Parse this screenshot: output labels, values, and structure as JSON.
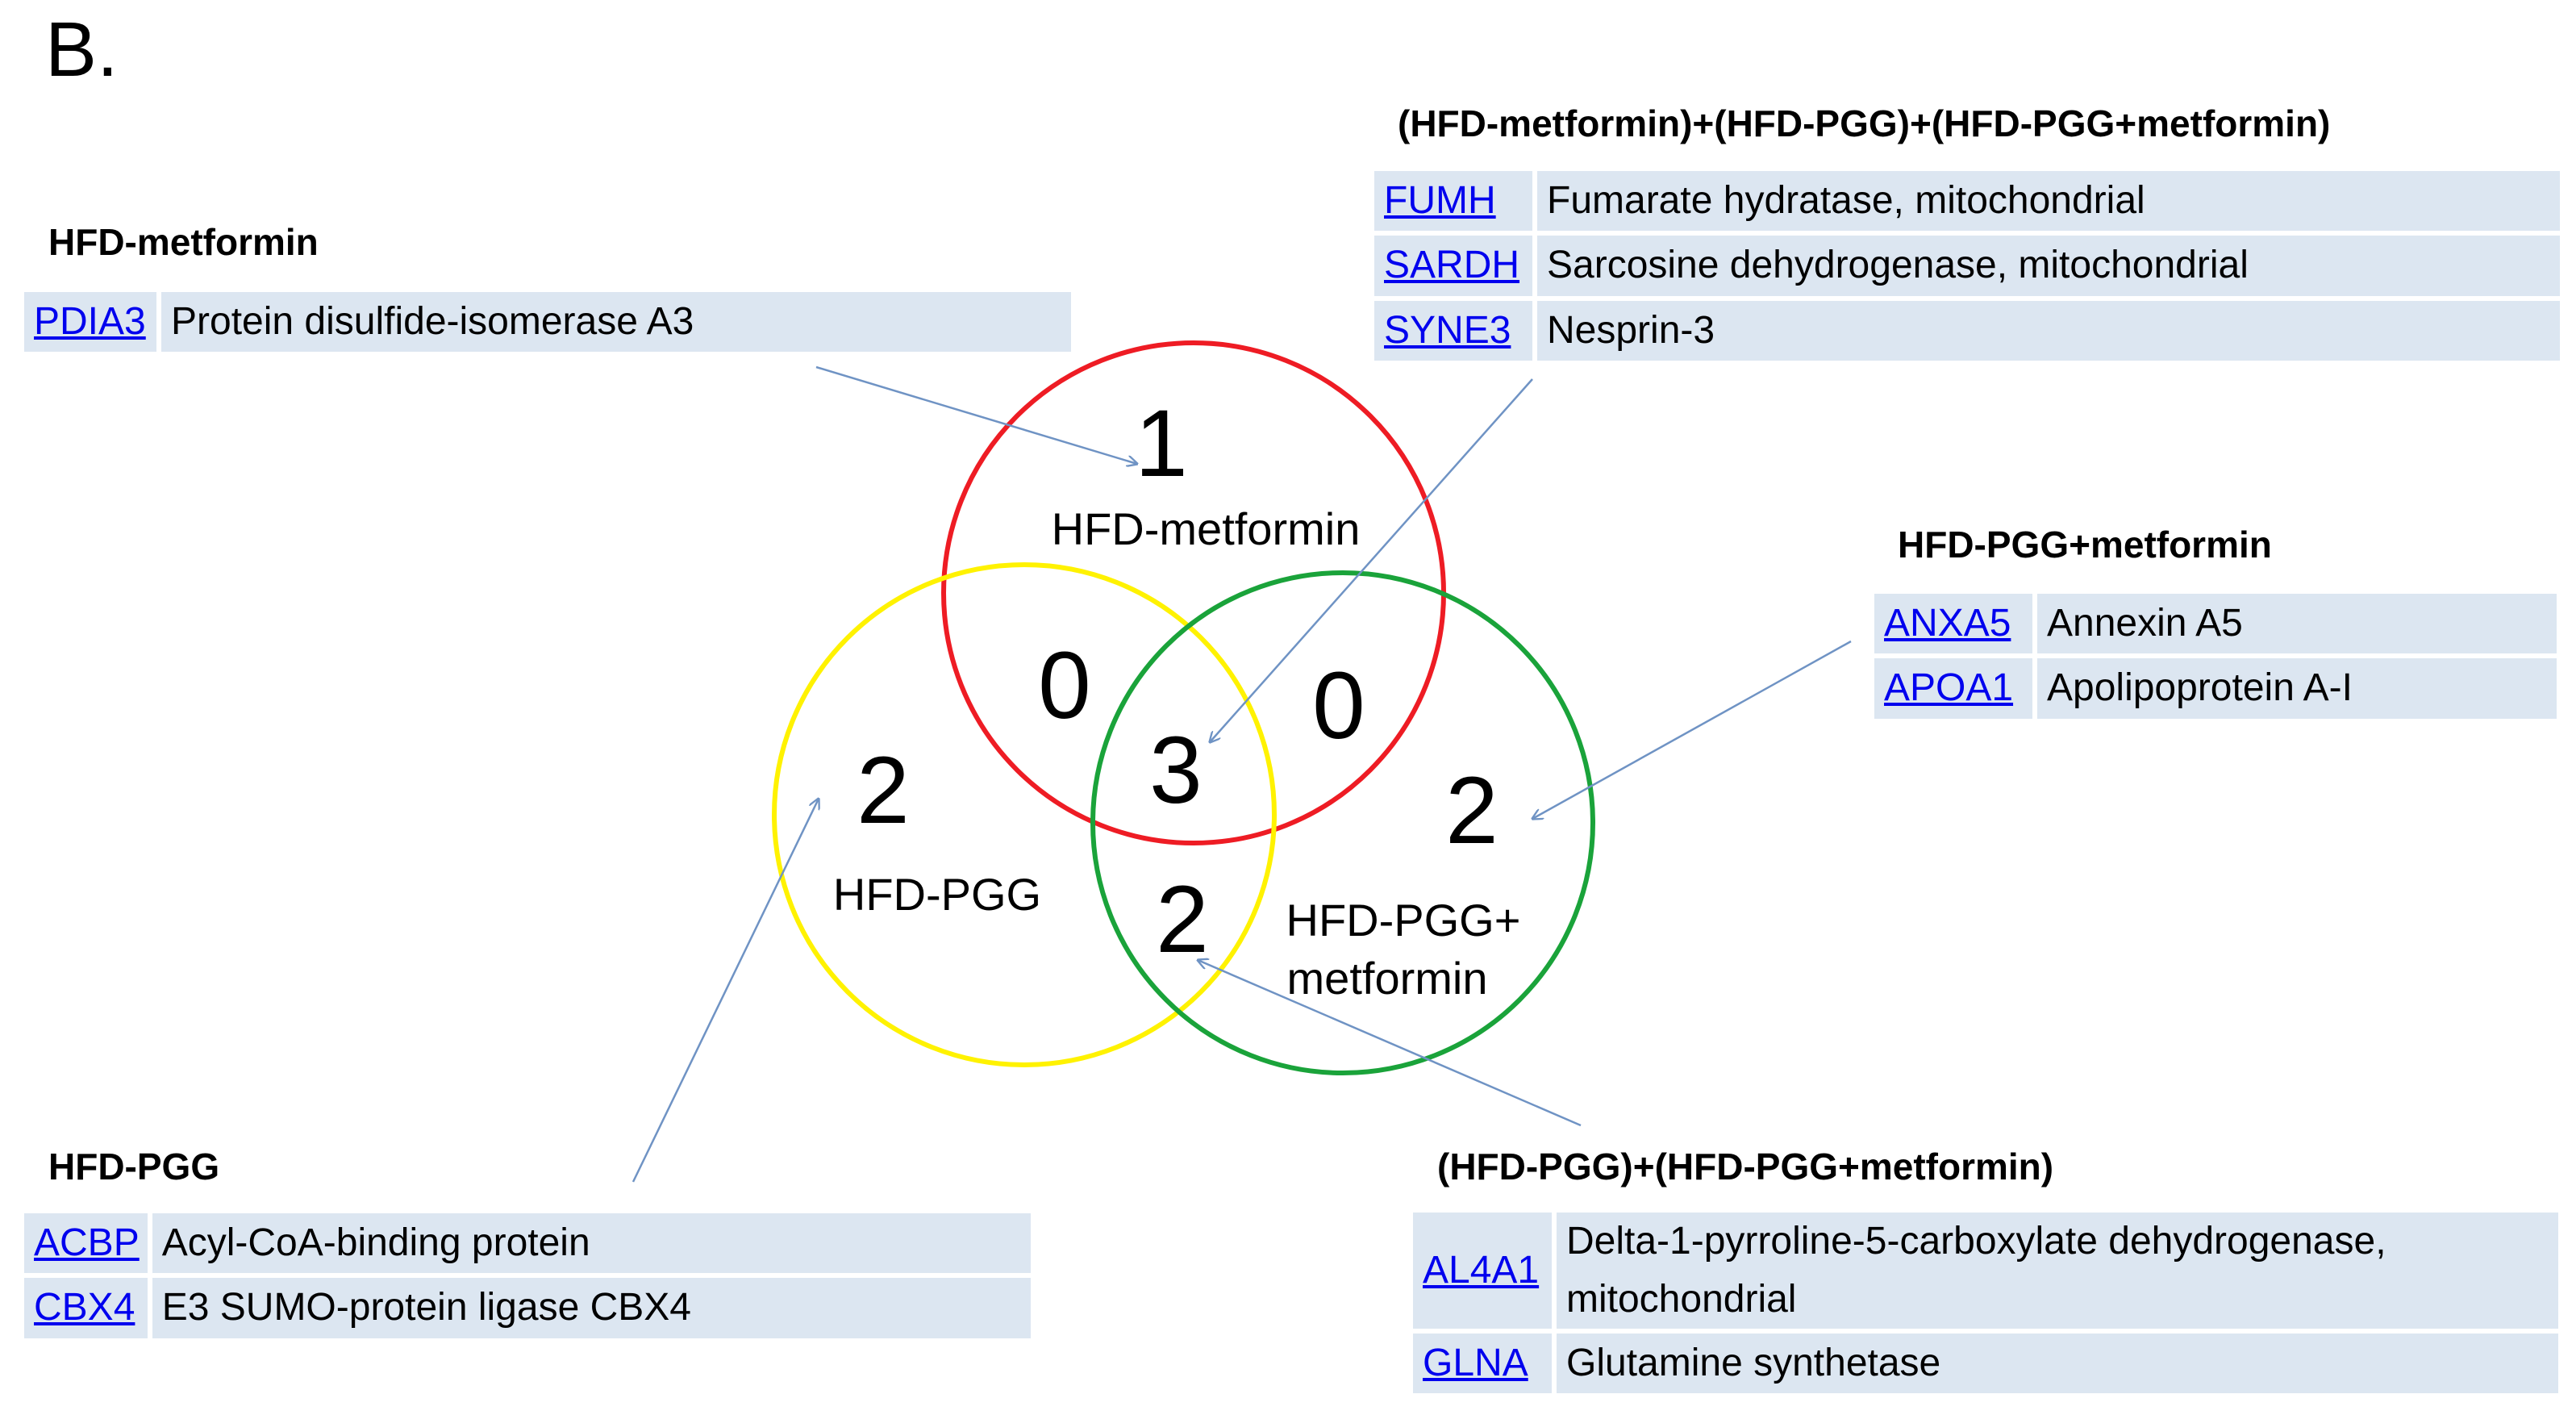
{
  "panel_label": "B.",
  "venn": {
    "circles": [
      {
        "name": "HFD-metformin",
        "label_lines": [
          "HFD-metformin"
        ],
        "color": "#ee1c24"
      },
      {
        "name": "HFD-PGG",
        "label_lines": [
          "HFD-PGG"
        ],
        "color": "#fff200"
      },
      {
        "name": "HFD-PGG+metformin",
        "label_lines": [
          "HFD-PGG+",
          "metformin"
        ],
        "color": "#1aa33a"
      }
    ],
    "counts": {
      "only_metformin": "1",
      "only_pgg": "2",
      "only_pgg_metformin": "2",
      "metformin_pgg": "0",
      "metformin_pgg_metformin": "0",
      "pgg_pgg_metformin": "2",
      "all_three": "3"
    },
    "arrow_color": "#6f93c4"
  },
  "groups": {
    "hfd_metformin": {
      "title": "HFD-metformin",
      "rows": [
        {
          "code": "PDIA3",
          "name": "Protein disulfide-isomerase A3"
        }
      ]
    },
    "all_three": {
      "title": "(HFD-metformin)+(HFD-PGG)+(HFD-PGG+metformin)",
      "rows": [
        {
          "code": "FUMH",
          "name": "Fumarate hydratase, mitochondrial"
        },
        {
          "code": "SARDH",
          "name": "Sarcosine dehydrogenase, mitochondrial"
        },
        {
          "code": "SYNE3",
          "name": "Nesprin-3"
        }
      ]
    },
    "pgg_metformin": {
      "title": "HFD-PGG+metformin",
      "rows": [
        {
          "code": "ANXA5",
          "name": "Annexin A5"
        },
        {
          "code": "APOA1",
          "name": "Apolipoprotein A-I"
        }
      ]
    },
    "hfd_pgg": {
      "title": "HFD-PGG",
      "rows": [
        {
          "code": "ACBP",
          "name": "Acyl-CoA-binding protein"
        },
        {
          "code": "CBX4",
          "name": "E3 SUMO-protein ligase CBX4"
        }
      ]
    },
    "pgg_and_pgg_metformin": {
      "title": "(HFD-PGG)+(HFD-PGG+metformin)",
      "rows": [
        {
          "code": "AL4A1",
          "name": "Delta-1-pyrroline-5-carboxylate dehydrogenase, mitochondrial"
        },
        {
          "code": "GLNA",
          "name": "Glutamine synthetase"
        }
      ]
    }
  }
}
